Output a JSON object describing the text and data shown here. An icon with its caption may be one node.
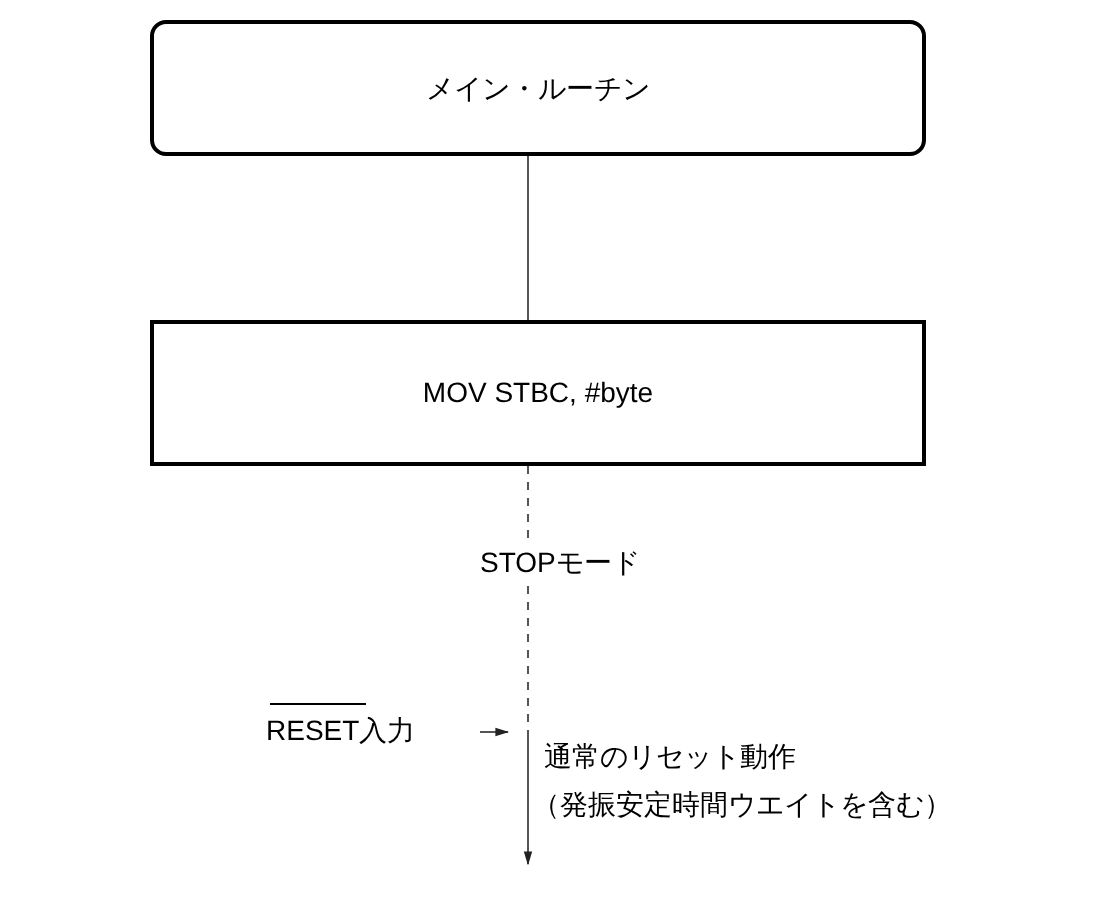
{
  "diagram": {
    "nodes": [
      {
        "text": [
          "メイン・ルーチン"
        ]
      },
      {
        "text": [
          "MOV STBC, #byte"
        ]
      },
      {
        "text": [
          "RESET入力"
        ]
      }
    ],
    "edges": [
      {
        "from": 0,
        "to": 1,
        "arrow": "none"
      },
      {
        "from": 1,
        "to": null,
        "arrow": "to",
        "style": "dashed",
        "label": "STOPモード"
      },
      {
        "from": 2,
        "to": null,
        "arrow": "to"
      }
    ],
    "labels": [
      "通常のリセット動作",
      "（発振安定時間ウエイトを含む）"
    ]
  }
}
